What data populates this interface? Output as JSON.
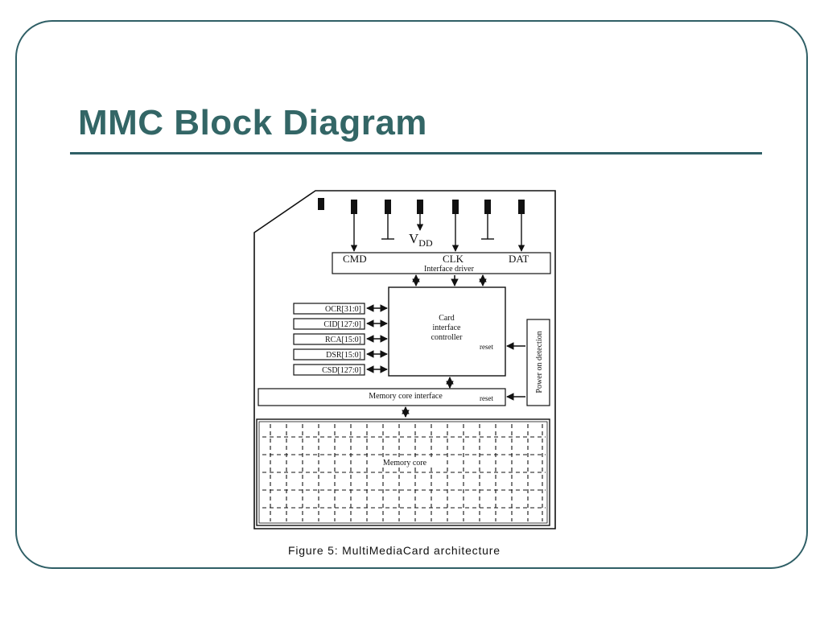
{
  "slide": {
    "title": "MMC Block Diagram",
    "caption": "Figure 5: MultiMediaCard architecture",
    "colors": {
      "accent": "#336666",
      "frame": "#2f5f66"
    }
  },
  "diagram": {
    "supply_label": "V",
    "supply_sub": "DD",
    "pins": {
      "cmd": "CMD",
      "clk": "CLK",
      "dat": "DAT"
    },
    "interface_driver": "Interface driver",
    "controller_lines": [
      "Card",
      "interface",
      "controller"
    ],
    "reset_label": "reset",
    "registers": [
      "OCR[31:0]",
      "CID[127:0]",
      "RCA[15:0]",
      "DSR[15:0]",
      "CSD[127:0]"
    ],
    "power_detection": "Power on detection",
    "memory_interface": "Memory core interface",
    "memory_core": "Memory core"
  }
}
